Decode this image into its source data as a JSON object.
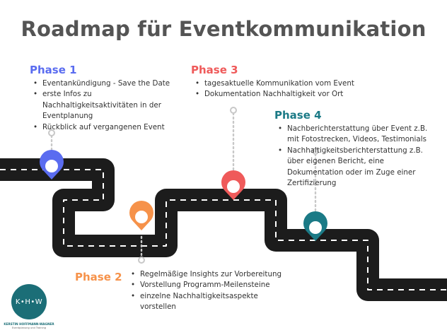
{
  "title": "Roadmap für Eventkommunikation",
  "colors": {
    "title": "#545454",
    "phase1": "#5a6cf0",
    "phase2": "#f6924a",
    "phase3": "#ef5a5a",
    "phase4": "#1b7a86",
    "road": "#1c1c1c",
    "logo": "#1b6e77"
  },
  "phases": [
    {
      "label": "Phase 1",
      "items": [
        "Eventankündigung - Save the Date",
        "erste Infos zu",
        "Nachhaltigkeitsaktivitäten in der",
        "Eventplanung",
        "Rückblick auf vergangenen Event"
      ]
    },
    {
      "label": "Phase 2",
      "items": [
        "Regelmäßige Insights zur Vorbereitung",
        "Vorstellung Programm-Meilensteine",
        "einzelne Nachhaltigkeitsaspekte",
        "vorstellen"
      ]
    },
    {
      "label": "Phase 3",
      "items": [
        "tagesaktuelle Kommunikation vom Event",
        "Dokumentation Nachhaltigkeit vor Ort"
      ]
    },
    {
      "label": "Phase 4",
      "items": [
        "Nachberichterstattung über Event z.B.",
        "mit Fotostrecken, Videos, Testimonials",
        "Nachhaltigkeitsberichterstattung z.B.",
        "über eigenen Bericht, eine",
        "Dokumentation oder im Zuge einer",
        "Zertifizierung"
      ]
    }
  ],
  "logo": {
    "initials": "K•H•W",
    "name": "KERSTIN HOFFMANN-WAGNER",
    "subtitle": "Eventplanung und Training"
  }
}
